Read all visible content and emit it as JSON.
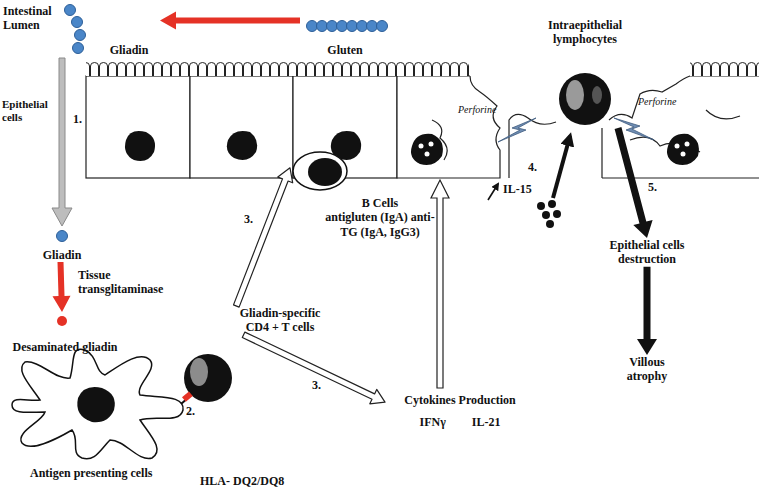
{
  "diagram": {
    "nodes": [
      {
        "text": [
          "Gluten"
        ]
      },
      {
        "text": [
          "Gliadin"
        ]
      },
      {
        "text": [
          "Gliadin"
        ]
      },
      {
        "text": [
          "Desaminated gliadin"
        ]
      },
      {
        "text": [
          "B Cells",
          "antigluten (IgA) anti-TG (IgA, IgG3)"
        ]
      },
      {
        "text": [
          "Gliadin-specific CD4 + T cells"
        ]
      },
      {
        "text": [
          "Cytokines Production",
          "IFNγ",
          "IL-21"
        ]
      },
      {
        "text": [
          "Epithelial cells destruction"
        ]
      },
      {
        "text": [
          "Villous atrophy"
        ]
      },
      {
        "text": [
          "Intraepithelial lymphocytes"
        ]
      }
    ],
    "edges": [
      {
        "from": 0,
        "to": 1,
        "arrow": "to"
      },
      {
        "from": 2,
        "to": 3,
        "label": "Tissue transglitaminase",
        "arrow": "to"
      },
      {
        "from": 5,
        "to": 4,
        "label": "3.",
        "arrow": "to"
      },
      {
        "from": 5,
        "to": 6,
        "label": "3.",
        "arrow": "to"
      },
      {
        "from": 9,
        "to": 7,
        "label": "5.",
        "arrow": "to"
      },
      {
        "from": 7,
        "to": 8,
        "arrow": "to"
      }
    ],
    "labels": [
      "Intestinal Lumen",
      "Epithelial cells",
      "1.",
      "Perforine",
      "Perforine",
      "IL-15",
      "4.",
      "2.",
      "HLA- DQ2/DQ8",
      "Antigen presenting cells"
    ]
  }
}
